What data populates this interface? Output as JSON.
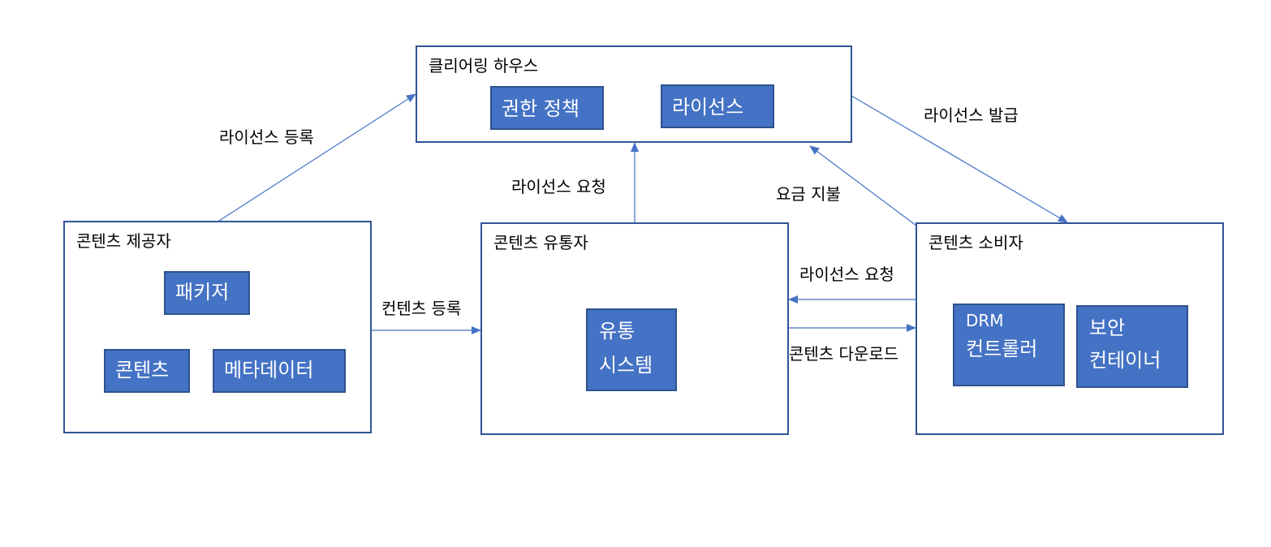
{
  "colors": {
    "frame_border": "#2f5597",
    "tile_fill": "#4472c4",
    "tile_border": "#2f528f",
    "arrow": "#4472c4"
  },
  "clearing_house": {
    "title": "클리어링 하우스",
    "rights_policy": "권한 정책",
    "license": "라이선스"
  },
  "provider": {
    "title": "콘텐츠 제공자",
    "packager": "패키저",
    "content": "콘텐츠",
    "metadata": "메타데이터"
  },
  "distributor": {
    "title": "콘텐츠 유통자",
    "system_line1": "유통",
    "system_line2": "시스템"
  },
  "consumer": {
    "title": "콘텐츠 소비자",
    "drm_line1": "DRM",
    "drm_line2": "컨트롤러",
    "container_line1": "보안",
    "container_line2": "컨테이너"
  },
  "edges": {
    "license_register": "라이선스 등록",
    "license_issue": "라이선스 발급",
    "license_request_top": "라이선스 요청",
    "fee_payment": "요금 지불",
    "content_register": "컨텐츠 등록",
    "license_request_side": "라이선스 요청",
    "content_download": "콘텐츠 다운로드"
  }
}
